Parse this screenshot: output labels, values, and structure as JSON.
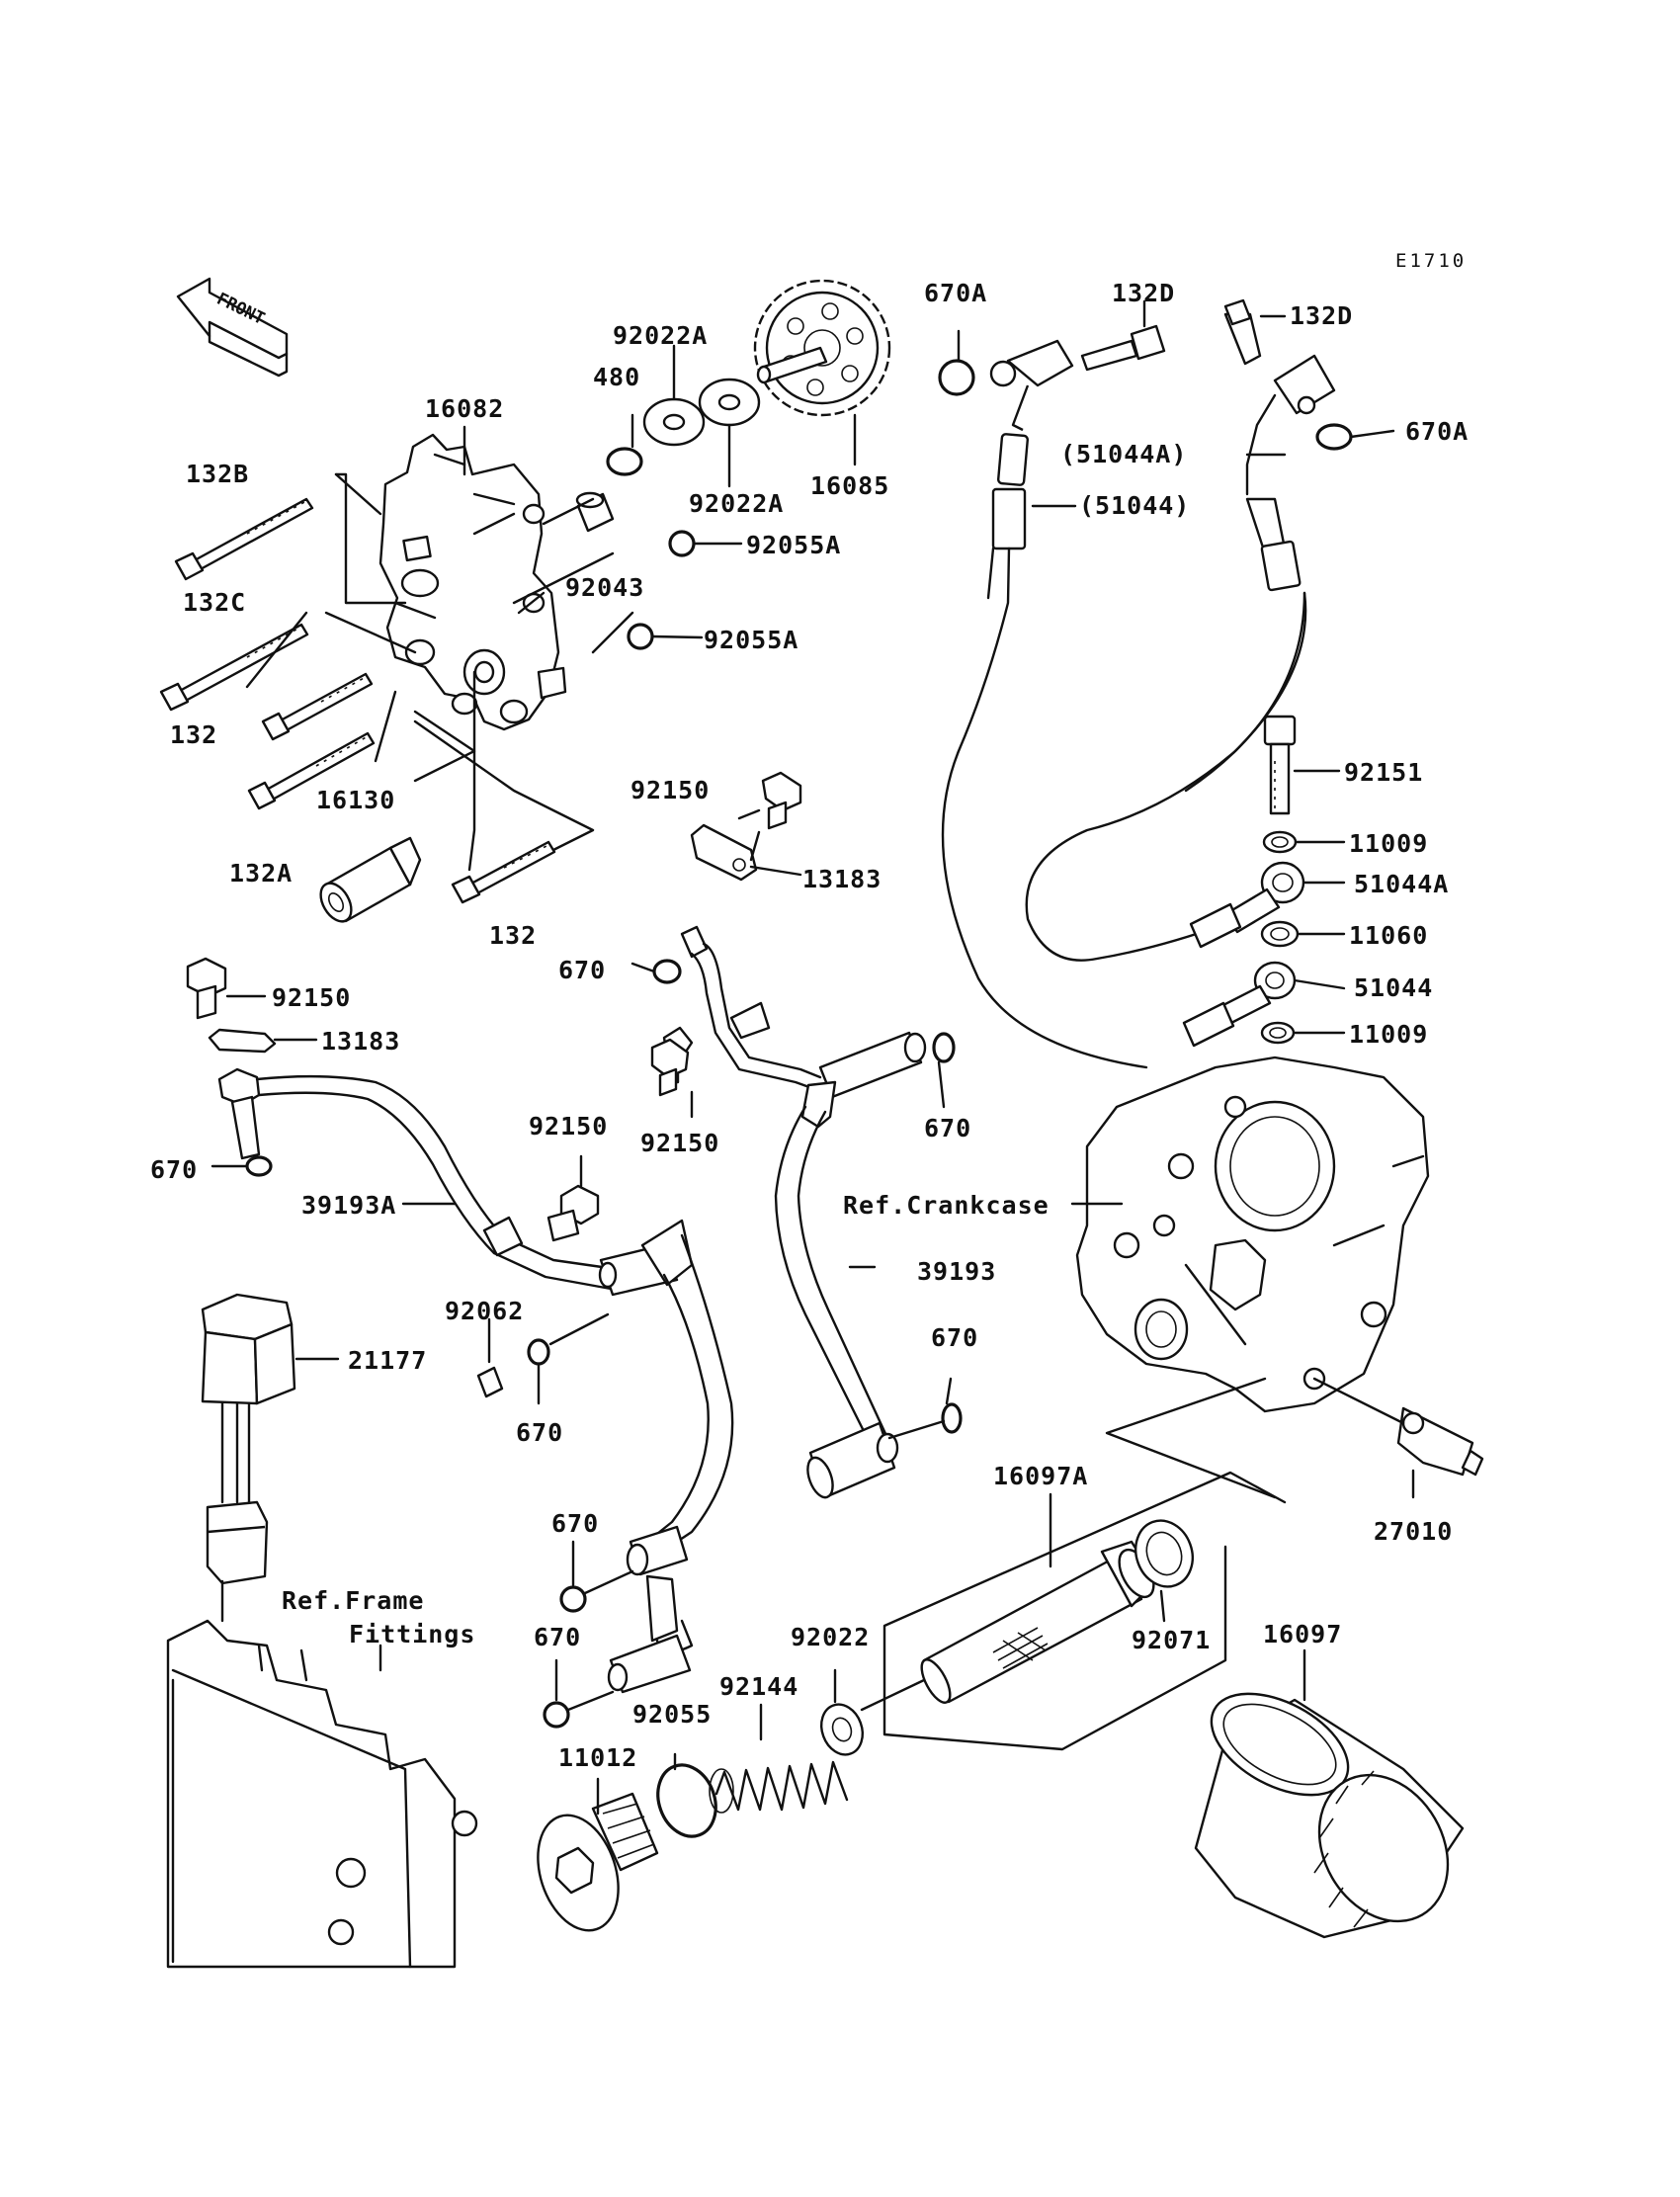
{
  "diagram_code": "E1710",
  "front_indicator": "FRONT",
  "part_labels": {
    "p670A_1": "670A",
    "p132D_1": "132D",
    "p132D_2": "132D",
    "p670A_2": "670A",
    "p51044A_paren": "(51044A)",
    "p51044_paren": "(51044)",
    "p92022A_1": "92022A",
    "p480": "480",
    "p16082": "16082",
    "p92022A_2": "92022A",
    "p16085": "16085",
    "p132B": "132B",
    "p92055A_1": "92055A",
    "p92043": "92043",
    "p132C": "132C",
    "p92055A_2": "92055A",
    "p132_1": "132",
    "p16130": "16130",
    "p132A": "132A",
    "p132_2": "132",
    "p92150_1": "92150",
    "p13183_1": "13183",
    "p92151": "92151",
    "p11009_1": "11009",
    "p51044A": "51044A",
    "p11060": "11060",
    "p51044": "51044",
    "p11009_2": "11009",
    "p670_1": "670",
    "p92150_2": "92150",
    "p13183_2": "13183",
    "p92150_3": "92150",
    "p670_2": "670",
    "p670_3": "670",
    "p92150_4": "92150",
    "p39193A": "39193A",
    "p39193": "39193",
    "p92062": "92062",
    "p21177": "21177",
    "p670_4": "670",
    "p670_5": "670",
    "p16097A": "16097A",
    "p27010": "27010",
    "p670_6": "670",
    "p670_7": "670",
    "p92022": "92022",
    "p92071": "92071",
    "p16097": "16097",
    "p92144": "92144",
    "p92055": "92055",
    "p11012": "11012"
  },
  "reference_labels": {
    "crankcase": "Ref.Crankcase",
    "frame_line1": "Ref.Frame",
    "frame_line2": "Fittings"
  }
}
